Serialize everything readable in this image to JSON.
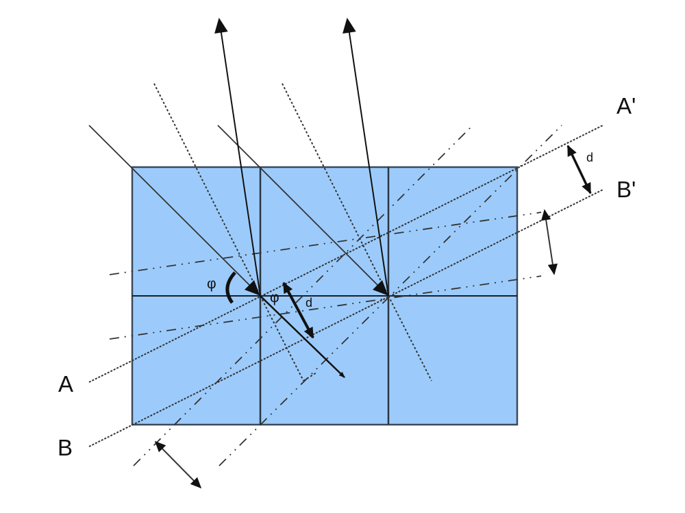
{
  "diagram": {
    "title_hidden": "",
    "colors": {
      "crystal_fill": "#9ccbfb",
      "crystal_stroke": "#3a4a5a",
      "line": "#222222",
      "dotted": "#333333"
    },
    "labels": {
      "plane_a": "A",
      "plane_a_prime": "A'",
      "plane_b": "B",
      "plane_b_prime": "B'",
      "spacing_d_top": "d",
      "spacing_d_center": "d",
      "angle_phi_left": "φ",
      "angle_phi_right": "φ"
    }
  }
}
